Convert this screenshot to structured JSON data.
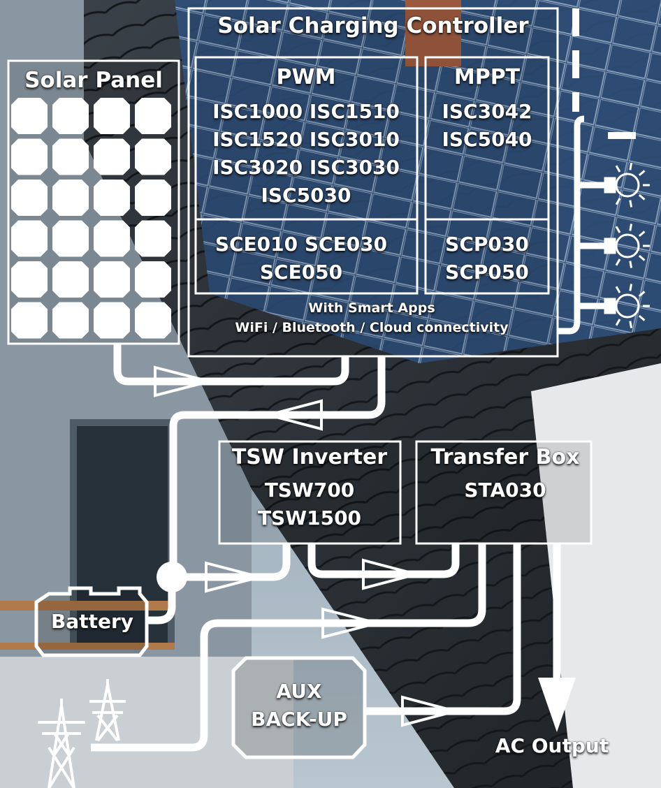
{
  "controller": {
    "title": "Solar Charging Controller",
    "pwm": {
      "header": "PWM",
      "models_row1": "ISC1000  ISC1510",
      "models_row2": "ISC1520  ISC3010",
      "models_row3": "ISC3020  ISC3030",
      "models_row4": "ISC5030",
      "sce_row1": "SCE010  SCE030",
      "sce_row2": "SCE050"
    },
    "mppt": {
      "header": "MPPT",
      "models_row1": "ISC3042",
      "models_row2": "ISC5040",
      "scp_row1": "SCP030",
      "scp_row2": "SCP050"
    },
    "apps_line1": "With Smart Apps",
    "apps_line2": "WiFi / Bluetooth / Cloud connectivity"
  },
  "solar_panel": {
    "title": "Solar Panel"
  },
  "inverter": {
    "title": "TSW Inverter",
    "model1": "TSW700",
    "model2": "TSW1500"
  },
  "transfer_box": {
    "title": "Transfer Box",
    "model": "STA030"
  },
  "battery": {
    "label": "Battery"
  },
  "aux": {
    "line1": "AUX",
    "line2": "BACK-UP"
  },
  "ac_output": {
    "label": "AC Output"
  },
  "colors": {
    "line": "#ffffff",
    "sky": "#9fb4c4",
    "roof": "#2b3035",
    "wall": "#d9dde0"
  }
}
